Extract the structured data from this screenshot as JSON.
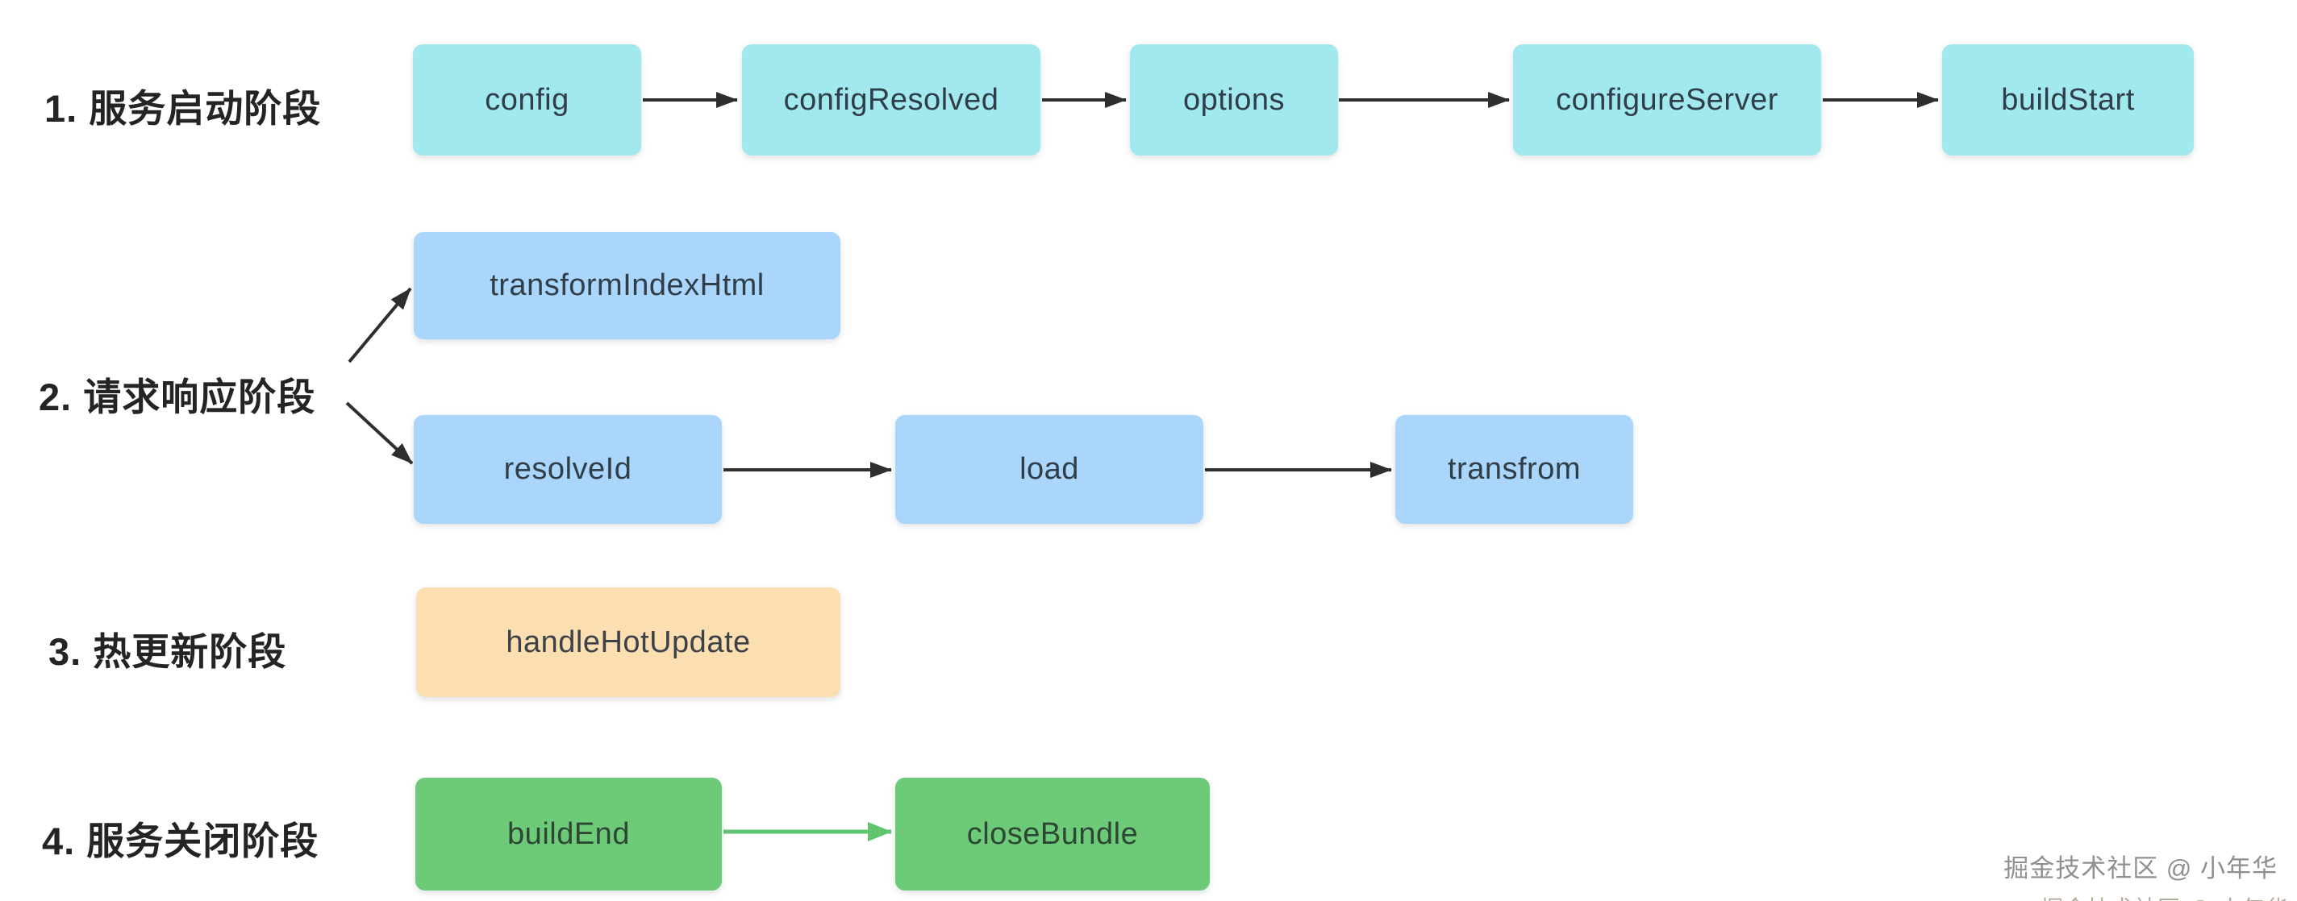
{
  "diagram": {
    "phases": [
      {
        "label": "1. 服务启动阶段",
        "color": "#A2E9EF",
        "nodes": [
          "config",
          "configResolved",
          "options",
          "configureServer",
          "buildStart"
        ]
      },
      {
        "label": "2. 请求响应阶段",
        "color": "#A9D6FA",
        "nodes": [
          "transformIndexHtml",
          "resolveId",
          "load",
          "transfrom"
        ]
      },
      {
        "label": "3. 热更新阶段",
        "color": "#FBDFB0",
        "nodes": [
          "handleHotUpdate"
        ]
      },
      {
        "label": "4. 服务关闭阶段",
        "color": "#6DCA79",
        "nodes": [
          "buildEnd",
          "closeBundle"
        ]
      }
    ],
    "arrow_colors": {
      "default": "#2E2E2E",
      "close_phase": "#5FC571"
    },
    "watermark": {
      "line1": "掘金技术社区 @ 小年华",
      "line2": "掘金技术社区 @ 小年华"
    }
  }
}
